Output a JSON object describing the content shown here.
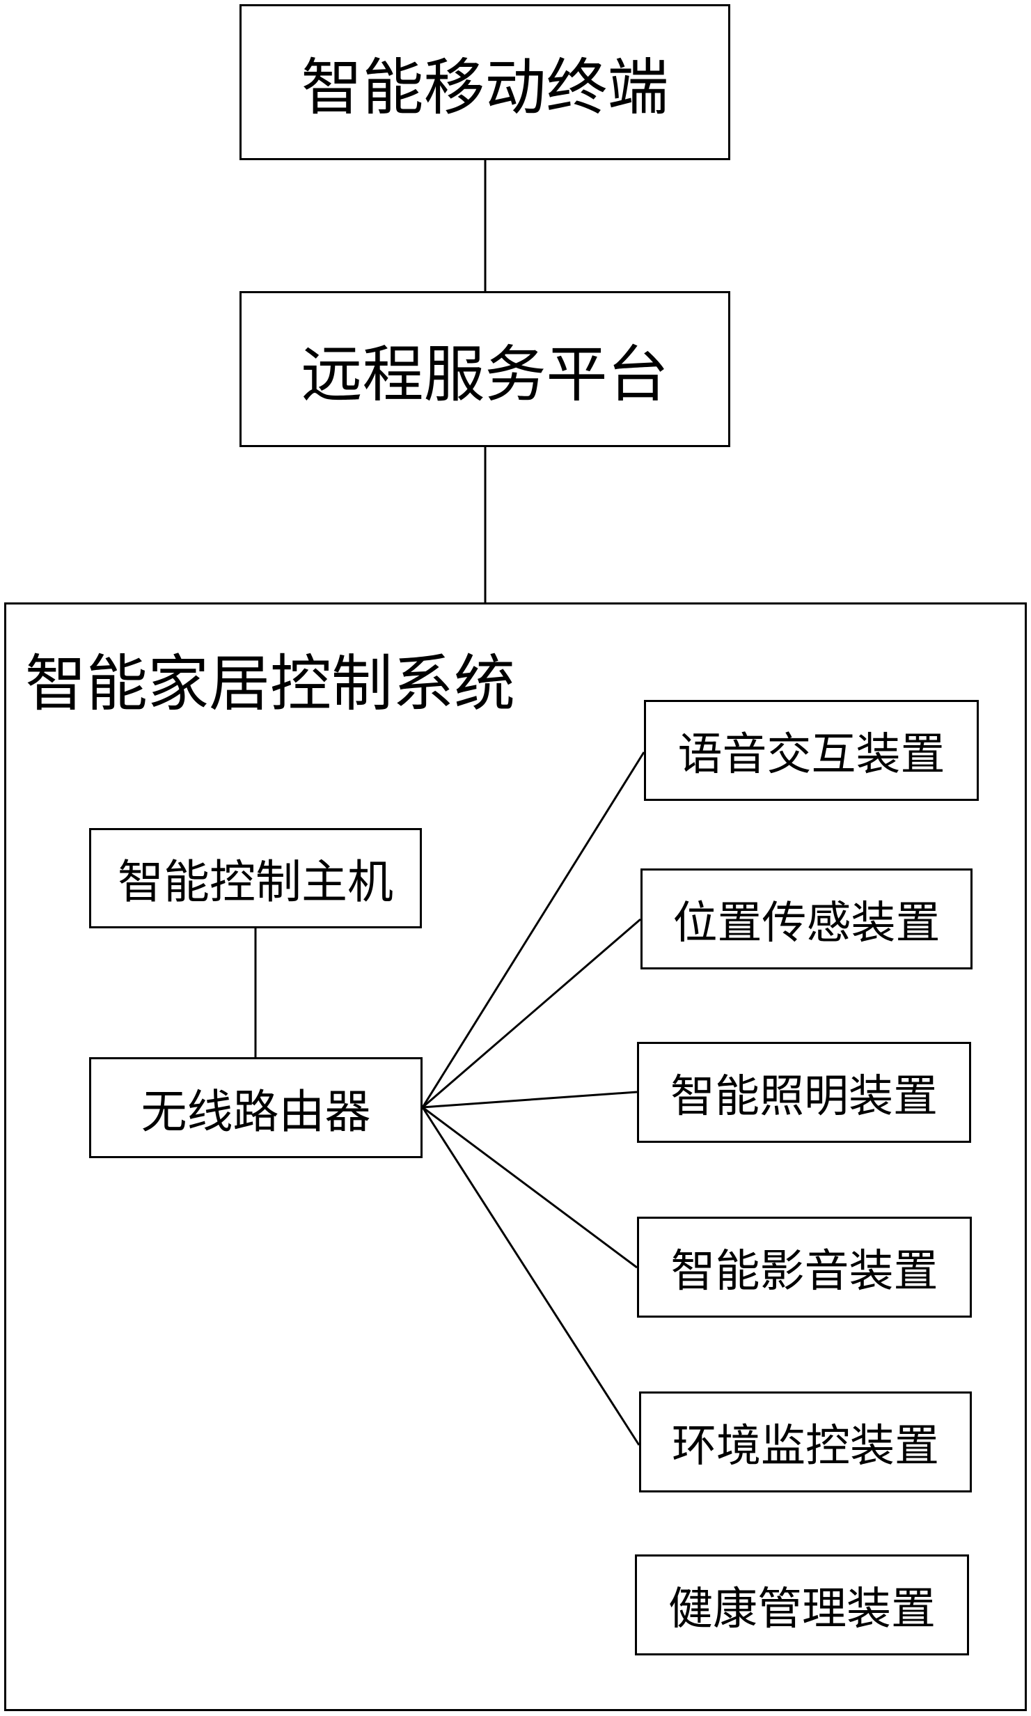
{
  "nodes": {
    "mobile_terminal": "智能移动终端",
    "remote_platform": "远程服务平台",
    "system": "智能家居控制系统",
    "control_host": "智能控制主机",
    "router": "无线路由器"
  },
  "devices": [
    "语音交互装置",
    "位置传感装置",
    "智能照明装置",
    "智能影音装置",
    "环境监控装置",
    "健康管理装置"
  ]
}
